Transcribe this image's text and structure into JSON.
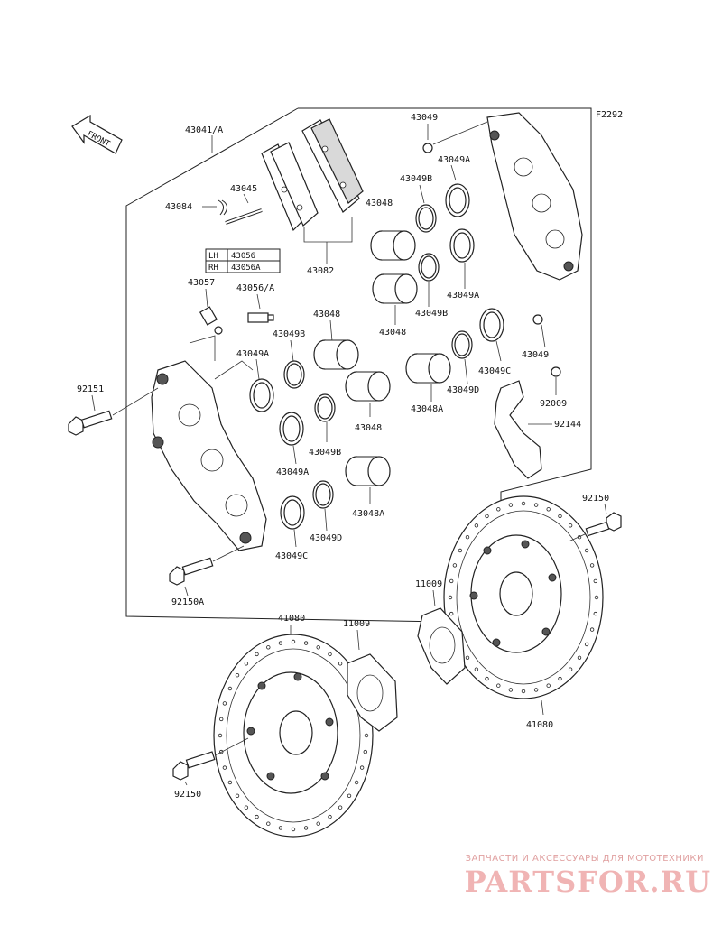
{
  "figure_code": "F2292",
  "front_label": "FRONT",
  "side_table": {
    "lh": "LH",
    "lh_part": "43056",
    "rh": "RH",
    "rh_part": "43056A"
  },
  "parts": {
    "p43041A": "43041/A",
    "p43084": "43084",
    "p43045": "43045",
    "p43048_top": "43048",
    "p43082": "43082",
    "p43049_top": "43049",
    "p43049A_top": "43049A",
    "p43049B_top": "43049B",
    "p43049A_mid": "43049A",
    "p43049B_mid": "43049B",
    "p43048_mid": "43048",
    "p43049_right": "43049",
    "p43057": "43057",
    "p43056A": "43056/A",
    "p43048_left": "43048",
    "p43049B_left": "43049B",
    "p43049A_left": "43049A",
    "p43049C_right": "43049C",
    "p43049D_right": "43049D",
    "p43048A_right": "43048A",
    "p92009": "92009",
    "p92144": "92144",
    "p92151": "92151",
    "p43048_center": "43048",
    "p43049B_center": "43049B",
    "p43049A_lower": "43049A",
    "p43048A_lower": "43048A",
    "p43049D_lower": "43049D",
    "p43049C_lower": "43049C",
    "p92150A": "92150A",
    "p92150_right": "92150",
    "p11009_right": "11009",
    "p41080_left": "41080",
    "p11009_left": "11009",
    "p41080_right": "41080",
    "p92150_left": "92150"
  },
  "watermark": {
    "tagline": "ЗАПЧАСТИ И АКСЕССУАРЫ ДЛЯ МОТОТЕХНИКИ",
    "brand": "PARTSFOR.RU"
  }
}
